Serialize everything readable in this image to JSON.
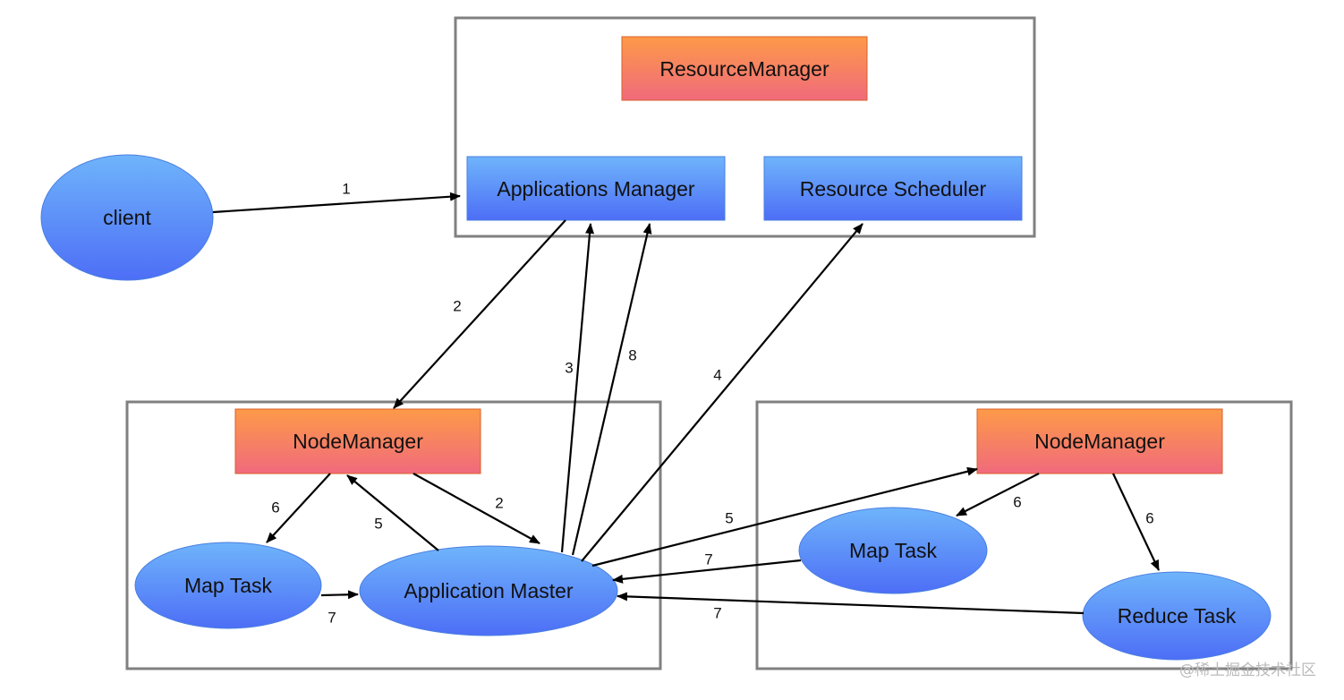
{
  "nodes": {
    "resource_manager": "ResourceManager",
    "applications_manager": "Applications Manager",
    "resource_scheduler": "Resource Scheduler",
    "client": "client",
    "node_manager_left": "NodeManager",
    "map_task_left": "Map Task",
    "application_master": "Application Master",
    "node_manager_right": "NodeManager",
    "map_task_right": "Map Task",
    "reduce_task": "Reduce Task"
  },
  "edges": [
    {
      "from": "client",
      "to": "Applications Manager",
      "label": "1"
    },
    {
      "from": "Applications Manager",
      "to": "NodeManager (left)",
      "label": "2"
    },
    {
      "from": "Application Master",
      "to": "Applications Manager",
      "label": "3"
    },
    {
      "from": "Application Master",
      "to": "Applications Manager",
      "label": "8"
    },
    {
      "from": "Application Master",
      "to": "Resource Scheduler",
      "label": "4"
    },
    {
      "from": "NodeManager (left)",
      "to": "Application Master",
      "label": "2"
    },
    {
      "from": "Application Master",
      "to": "NodeManager (left)",
      "label": "5"
    },
    {
      "from": "NodeManager (left)",
      "to": "Map Task (left)",
      "label": "6"
    },
    {
      "from": "Map Task (left)",
      "to": "Application Master",
      "label": "7"
    },
    {
      "from": "Application Master",
      "to": "NodeManager (right)",
      "label": "5"
    },
    {
      "from": "Map Task (right)",
      "to": "Application Master",
      "label": "7"
    },
    {
      "from": "Reduce Task",
      "to": "Application Master",
      "label": "7"
    },
    {
      "from": "NodeManager (right)",
      "to": "Map Task (right)",
      "label": "6"
    },
    {
      "from": "NodeManager (right)",
      "to": "Reduce Task",
      "label": "6"
    }
  ],
  "colors": {
    "manager_top": "#fd9a48",
    "manager_bottom": "#f06a7c",
    "blue_top": "#6fb4fb",
    "blue_bottom": "#4d6ef6",
    "container_border": "#808080"
  },
  "watermark": "@稀土掘金技术社区"
}
